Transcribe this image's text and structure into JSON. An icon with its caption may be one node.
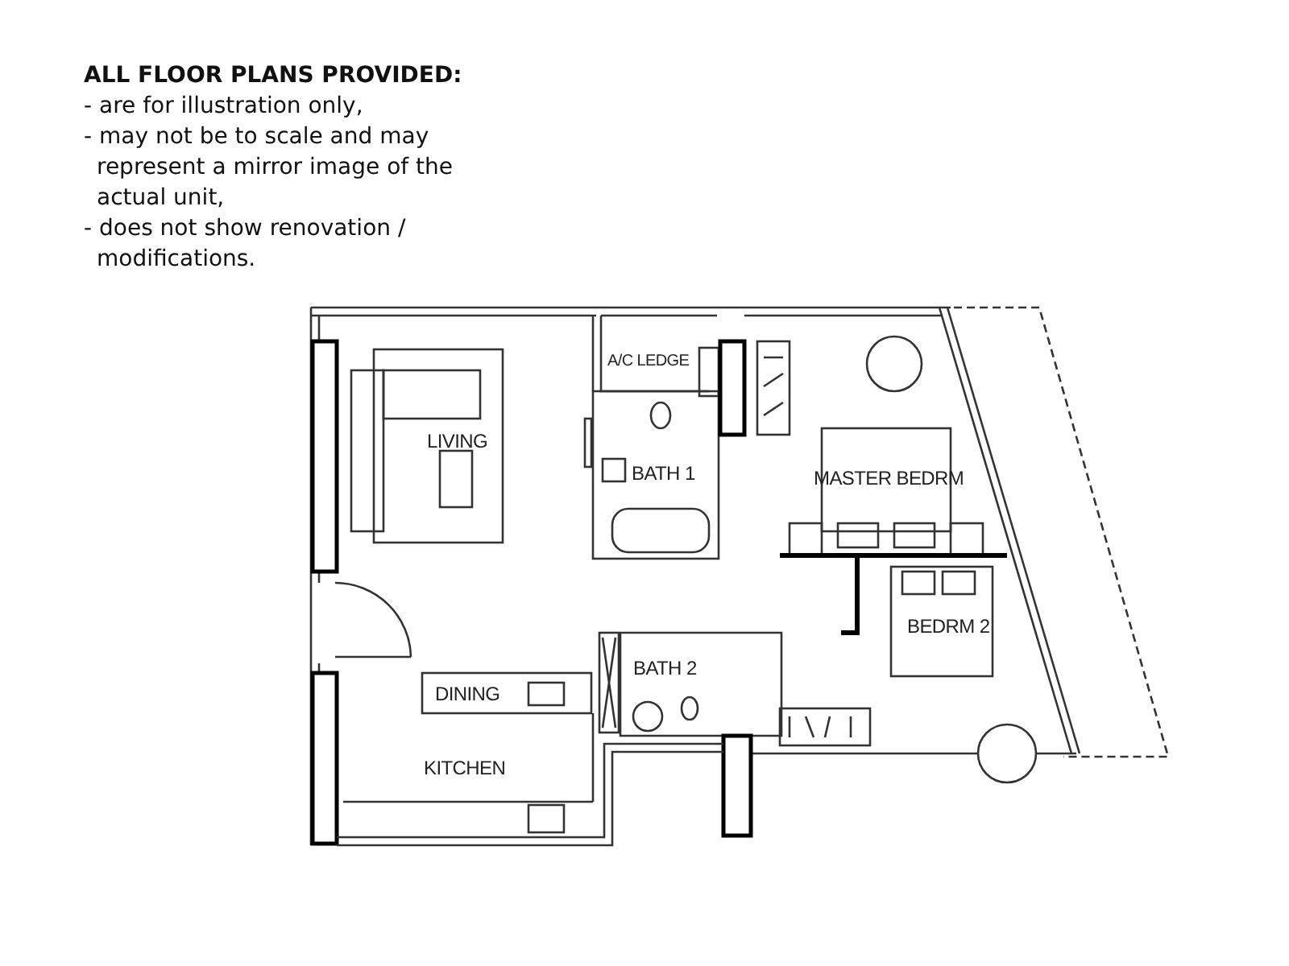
{
  "diagram": {
    "title": "ALL FLOOR PLANS  PROVIDED:",
    "labels": [
      "- are for illustration only,",
      "- may not be to scale and may represent a mirror image of the actual unit,",
      "- does not show renovation / modifications.",
      "A/C LEDGE",
      "LIVING",
      "BATH 1",
      "MASTER BEDRM",
      "BEDRM 2",
      "DINING",
      "BATH 2",
      "KITCHEN"
    ]
  }
}
